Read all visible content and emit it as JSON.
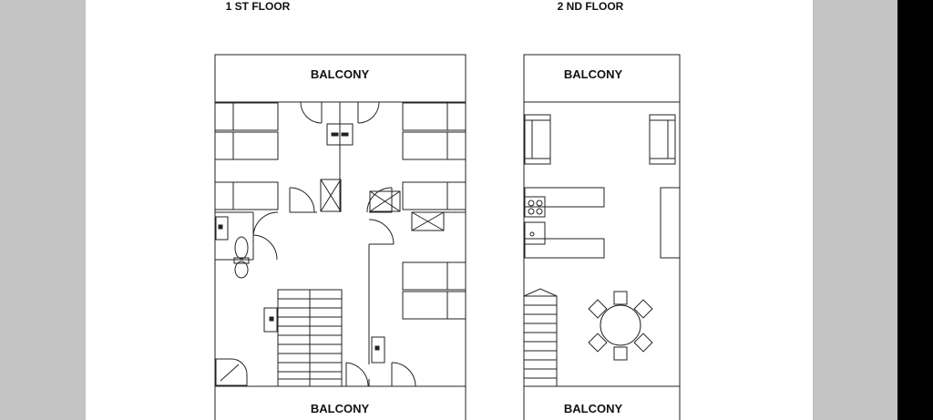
{
  "floors": [
    {
      "title": "1 ST FLOOR",
      "balcony_top": "BALCONY",
      "balcony_bottom": "BALCONY"
    },
    {
      "title": "2 ND FLOOR",
      "balcony_top": "BALCONY",
      "balcony_bottom": "BALCONY"
    }
  ],
  "colors": {
    "background": "#c4c4c4",
    "paper": "#ffffff",
    "line": "#222222",
    "right_edge": "#000000"
  }
}
